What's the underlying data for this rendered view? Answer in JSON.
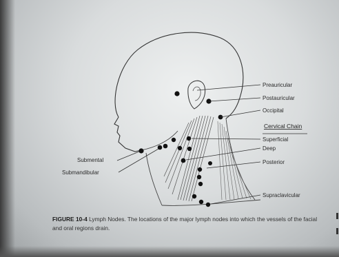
{
  "labels": {
    "preauricular": "Preauricular",
    "postauricular": "Postauricular",
    "occipital": "Occipital",
    "cervical_chain": "Cervical Chain",
    "superficial": "Superficial",
    "deep": "Deep",
    "posterior": "Posterior",
    "supraclavicular": "Supraclavicular",
    "submental": "Submental",
    "submandibular": "Submandibular"
  },
  "caption": {
    "figure_number": "FIGURE 10-4",
    "text": "Lymph Nodes. The locations of the major lymph nodes into which the vessels of the facial and oral regions drain."
  }
}
